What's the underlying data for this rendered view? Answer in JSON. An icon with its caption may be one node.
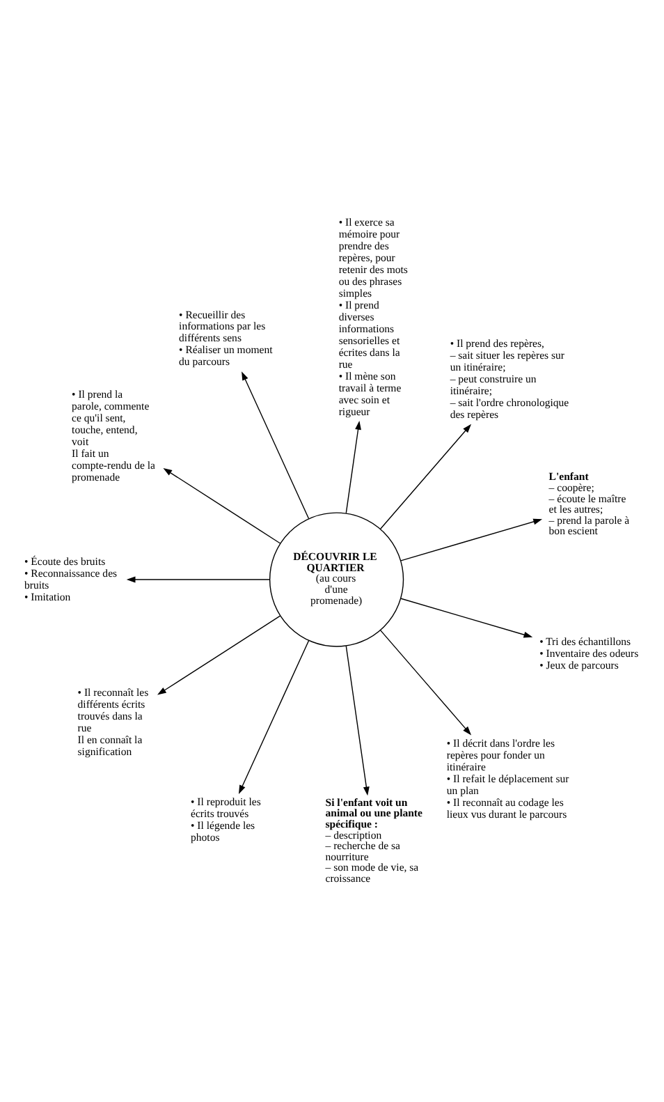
{
  "diagram": {
    "nodes": [
      {
        "text": [
          "L'enfant",
          "– coopère;",
          "– écoute le maître et les autres;",
          "– prend la parole à bon escient"
        ]
      },
      {
        "text": [
          "• Il prend des repères,",
          "– sait situer les repères sur un itinéraire;",
          "– peut construire un itinéraire;",
          "– sait l'ordre chronologique des repères"
        ]
      },
      {
        "text": [
          "• Il exerce sa mémoire pour prendre des repères, pour retenir des mots ou des phrases simples",
          "• Il prend diverses informations sensorielles et écrites dans la rue",
          "• Il mène son travail à terme avec soin et rigueur"
        ]
      },
      {
        "text": [
          "DÉCOUVRIR LE QUARTIER",
          "(au cours d'une promenade)"
        ]
      },
      {
        "text": [
          "• Recueillir des informations par les différents sens",
          "• Réaliser un moment du parcours"
        ]
      },
      {
        "text": [
          "• Il prend la parole, commente ce qu'il sent, touche, entend, voit",
          "Il fait un compte-rendu de la promenade"
        ]
      },
      {
        "text": [
          "• Écoute des bruits",
          "• Reconnaissance des bruits",
          "• Imitation"
        ]
      },
      {
        "text": [
          "• Il reconnaît les différents écrits trouvés dans la rue",
          "Il en connaît la signification"
        ]
      },
      {
        "text": [
          "• Il reproduit les écrits trouvés",
          "• Il légende les photos"
        ]
      },
      {
        "text": [
          "Si l'enfant voit un animal ou une plante spécifique :",
          "– description",
          "– recherche de sa nourriture",
          "– son mode de vie, sa croissance"
        ]
      },
      {
        "text": [
          "• Il décrit dans l'ordre les repères pour fonder un itinéraire",
          "• Il refait le déplacement sur un plan",
          "• Il reconnaît au codage les lieux vus durant le parcours"
        ]
      },
      {
        "text": [
          "• Tri des échantillons",
          "• Inventaire des odeurs",
          "• Jeux de parcours"
        ]
      }
    ],
    "edges": [
      {
        "from": 3,
        "to": 0,
        "arrow": "to"
      },
      {
        "from": 3,
        "to": 1,
        "arrow": "to"
      },
      {
        "from": 3,
        "to": 2,
        "arrow": "to"
      },
      {
        "from": 3,
        "to": 5,
        "arrow": "to"
      },
      {
        "from": 3,
        "to": 7,
        "arrow": "to"
      },
      {
        "from": 3,
        "to": 8,
        "arrow": "to"
      },
      {
        "from": 3,
        "to": 11,
        "arrow": "to"
      },
      {
        "from": 3,
        "to": 10,
        "arrow": "to"
      },
      {
        "from": 3,
        "to": 9,
        "arrow": "to"
      },
      {
        "from": 3,
        "to": 6,
        "arrow": "to"
      },
      {
        "from": 3,
        "to": 4,
        "arrow": "to"
      }
    ]
  }
}
